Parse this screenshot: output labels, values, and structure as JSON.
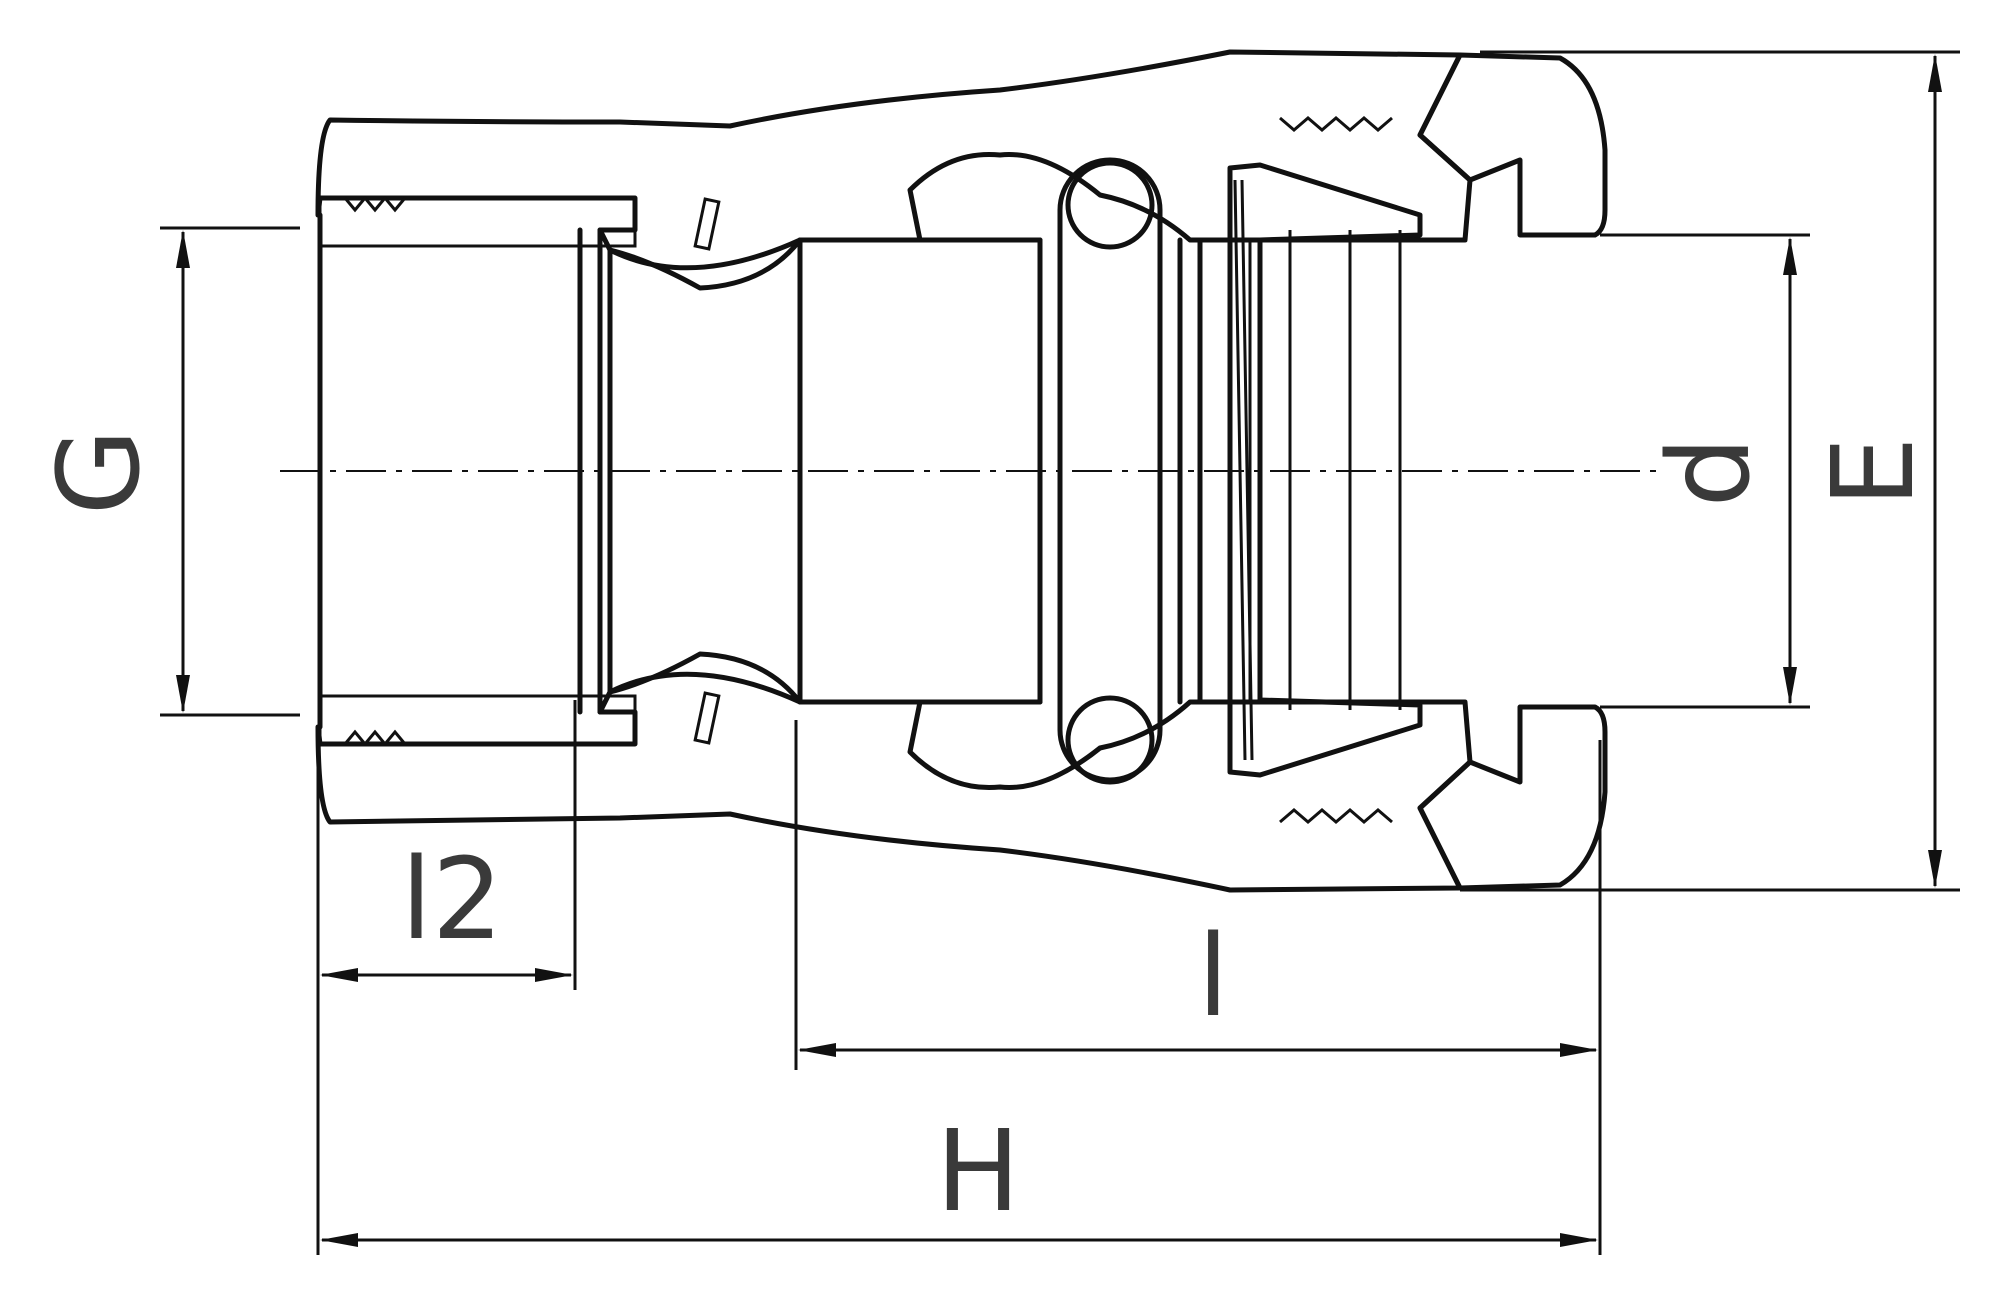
{
  "dimensions": {
    "G": "G",
    "d": "d",
    "E": "E",
    "l2": "l2",
    "l": "l",
    "H": "H"
  }
}
